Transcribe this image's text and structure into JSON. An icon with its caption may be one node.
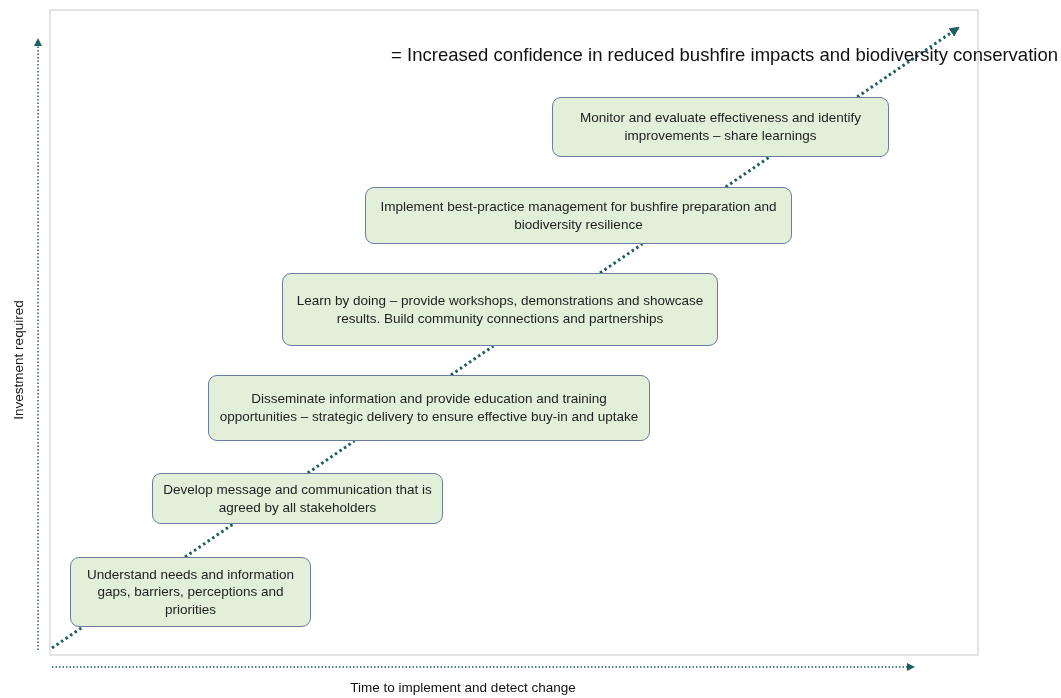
{
  "diagram": {
    "nodes": [
      {
        "text": [
          "Understand needs and information gaps, barriers, perceptions and priorities"
        ]
      },
      {
        "text": [
          "Develop message and communication that is agreed by all stakeholders"
        ]
      },
      {
        "text": [
          "Disseminate information and provide education and training opportunities – strategic delivery to ensure effective buy-in and uptake"
        ]
      },
      {
        "text": [
          "Learn by doing – provide workshops, demonstrations and showcase results. Build community connections and partnerships"
        ]
      },
      {
        "text": [
          "Implement best-practice management for bushfire preparation and biodiversity resilience"
        ]
      },
      {
        "text": [
          "Monitor and evaluate effectiveness and identify improvements – share learnings"
        ]
      }
    ],
    "edges": [
      {
        "from": null,
        "to": 0,
        "arrow": "none",
        "style": "dashed"
      },
      {
        "from": 0,
        "to": 1,
        "arrow": "none",
        "style": "dashed"
      },
      {
        "from": 1,
        "to": 2,
        "arrow": "none",
        "style": "dashed"
      },
      {
        "from": 2,
        "to": 3,
        "arrow": "none",
        "style": "dashed"
      },
      {
        "from": 3,
        "to": 4,
        "arrow": "none",
        "style": "dashed"
      },
      {
        "from": 4,
        "to": 5,
        "arrow": "none",
        "style": "dashed"
      },
      {
        "from": 5,
        "to": null,
        "arrow": "to",
        "style": "dashed"
      }
    ],
    "labels": [
      "= Increased confidence in reduced bushfire impacts and biodiversity conservation",
      "Investment required",
      "Time to implement and detect change"
    ]
  }
}
